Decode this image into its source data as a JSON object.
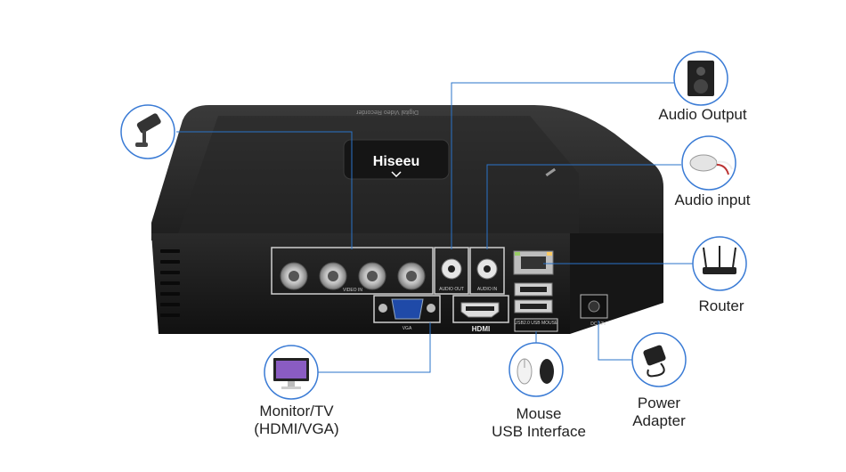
{
  "product": {
    "logo_text": "Hiseeu",
    "top_label": "Digital Video Recorder",
    "video_in_label": "VIDEO IN",
    "audio_out_label": "AUDIO OUT",
    "audio_in_label": "AUDIO IN",
    "vga_label": "VGA",
    "hdmi_label": "HDMI",
    "usb_label": "USB2.0\nUSB MOUSE",
    "dc_label": "DC 12V"
  },
  "callouts": {
    "audio_output": "Audio Output",
    "audio_input": "Audio input",
    "router": "Router",
    "monitor_line1": "Monitor/TV",
    "monitor_line2": "(HDMI/VGA)",
    "mouse_line1": "Mouse",
    "mouse_line2": "USB Interface",
    "power_line1": "Power",
    "power_line2": "Adapter"
  },
  "colors": {
    "callout_line": "#2a73c9",
    "device_body": "#1c1c1c",
    "device_top": "#2a2a2a",
    "circle_stroke": "#3a7bd5"
  }
}
